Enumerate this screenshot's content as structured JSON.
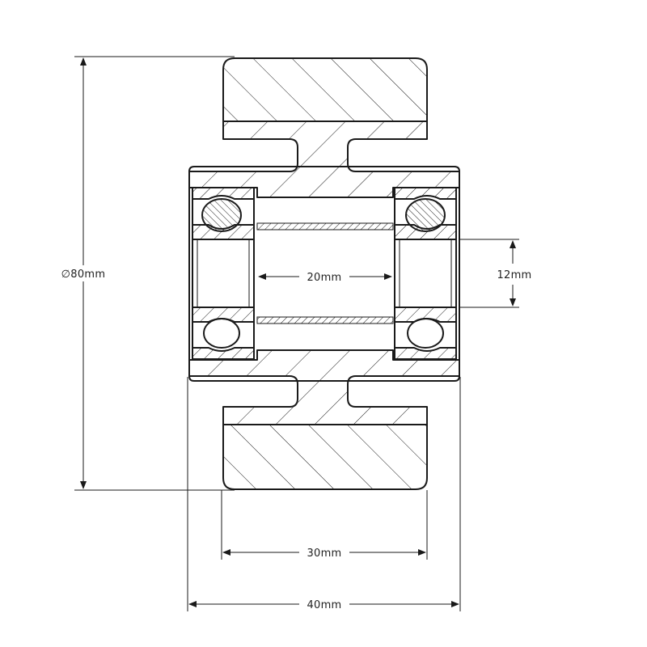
{
  "drawing": {
    "subject": "roller-wheel-section",
    "colors": {
      "line": "#1a1a1a",
      "background": "#ffffff",
      "hatch": "#1a1a1a"
    }
  },
  "dimensions": {
    "outer_diameter": "∅80mm",
    "bore": "20mm",
    "inner_spacer": "12mm",
    "tread_width": "30mm",
    "overall_width": "40mm"
  }
}
